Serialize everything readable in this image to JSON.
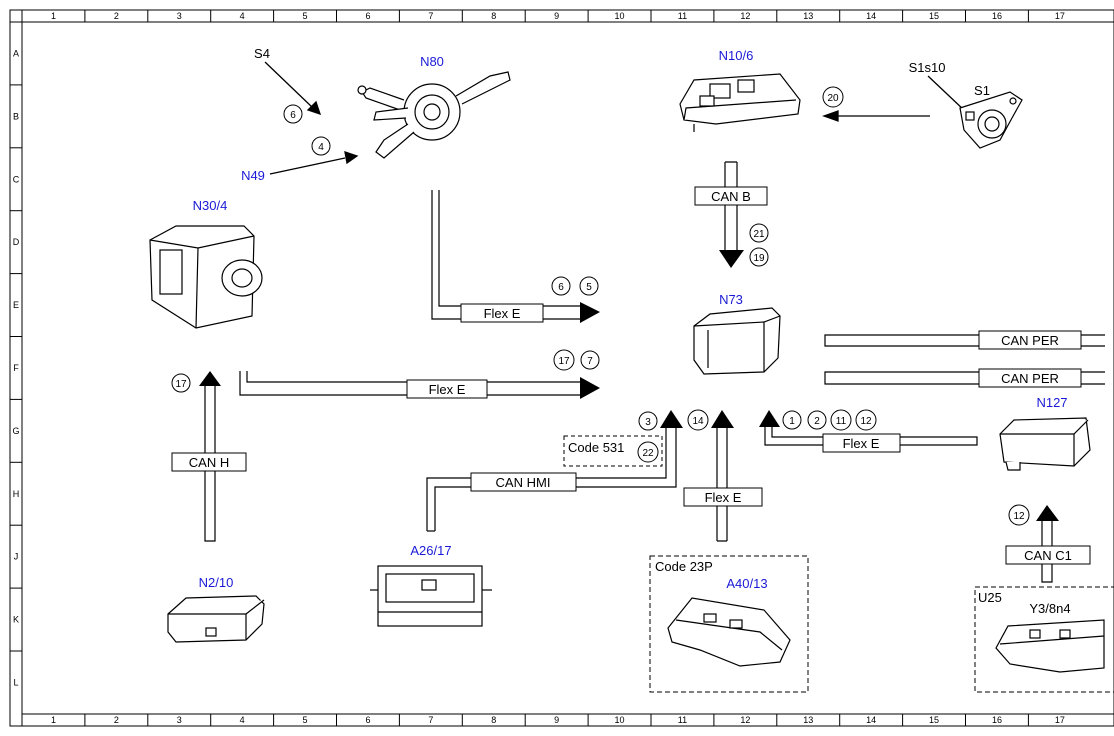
{
  "colors": {
    "component_label": "#1a1ad6",
    "line": "#000000"
  },
  "grid": {
    "columns": [
      "1",
      "2",
      "3",
      "4",
      "5",
      "6",
      "7",
      "8",
      "9",
      "10",
      "11",
      "12",
      "13",
      "14",
      "15",
      "16",
      "17"
    ],
    "rows": [
      "A",
      "B",
      "C",
      "D",
      "E",
      "F",
      "G",
      "H",
      "J",
      "K",
      "L"
    ]
  },
  "components": {
    "s4": "S4",
    "n80": "N80",
    "n49": "N49",
    "n10_6": "N10/6",
    "s1s10": "S1s10",
    "s1": "S1",
    "n30_4": "N30/4",
    "n73": "N73",
    "n127": "N127",
    "n2_10": "N2/10",
    "a26_17": "A26/17",
    "a40_13": "A40/13",
    "u25": "U25",
    "y3_8n4": "Y3/8n4"
  },
  "codes": {
    "code_531": "Code 531",
    "code_23p": "Code 23P"
  },
  "buses": {
    "can_b": "CAN B",
    "flex_e_top": "Flex E",
    "flex_e_mid": "Flex E",
    "can_per_1": "CAN PER",
    "can_per_2": "CAN PER",
    "can_h": "CAN H",
    "can_hmi": "CAN HMI",
    "flex_e_a40": "Flex E",
    "flex_e_n127": "Flex E",
    "can_c1": "CAN C1"
  },
  "markers": {
    "m6_s4": "6",
    "m4_n49": "4",
    "m20": "20",
    "m21": "21",
    "m19": "19",
    "m6_flex": "6",
    "m5_flex": "5",
    "m17_flex": "17",
    "m7_flex": "7",
    "m17_canh": "17",
    "m3": "3",
    "m22": "22",
    "m14": "14",
    "m1": "1",
    "m2": "2",
    "m11": "11",
    "m12_flex": "12",
    "m12_canc1": "12"
  }
}
